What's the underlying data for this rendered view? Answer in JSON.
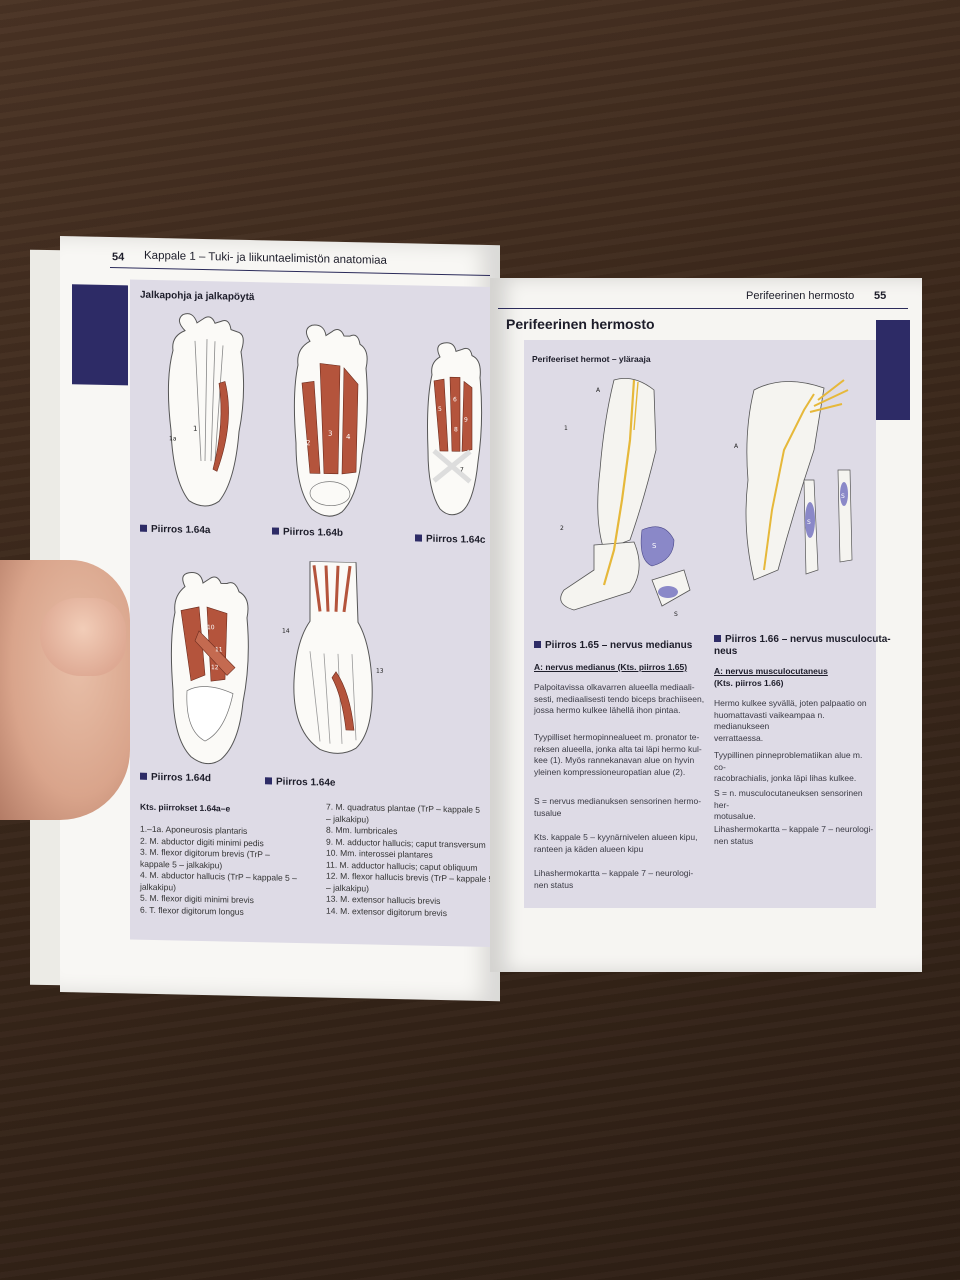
{
  "left_page": {
    "page_number": "54",
    "running_head": "Kappale 1 – Tuki- ja liikuntaelimistön anatomiaa",
    "panel_title": "Jalkapohja ja jalkapöytä",
    "figures": [
      {
        "caption": "Piirros 1.64a",
        "labels": [
          "1",
          "1a"
        ]
      },
      {
        "caption": "Piirros 1.64b",
        "labels": [
          "2",
          "3",
          "4"
        ]
      },
      {
        "caption": "Piirros 1.64c",
        "labels": [
          "5",
          "6",
          "7",
          "8",
          "9"
        ]
      },
      {
        "caption": "Piirros 1.64d",
        "labels": [
          "10",
          "11",
          "12"
        ]
      },
      {
        "caption": "Piirros 1.64e",
        "labels": [
          "13",
          "14"
        ]
      }
    ],
    "legend_title": "Kts. piirrokset 1.64a–e",
    "legend_left": [
      "1.–1a. Aponeurosis plantaris",
      "2.  M. abductor digiti minimi pedis",
      "3.  M. flexor digitorum brevis (TrP –",
      "     kappale 5 – jalkakipu)",
      "4.  M. abductor hallucis (TrP – kappale 5 –",
      "     jalkakipu)",
      "5.  M. flexor digiti minimi brevis",
      "6.  T. flexor digitorum longus"
    ],
    "legend_right": [
      "7.   M. quadratus plantae (TrP – kappale 5",
      "      – jalkakipu)",
      "8.   Mm. lumbricales",
      "9.   M. adductor hallucis; caput transversum",
      "10. Mm. interossei plantares",
      "11. M. adductor hallucis; caput obliquum",
      "12. M. flexor hallucis brevis (TrP – kappale 5",
      "      – jalkakipu)",
      "13. M. extensor hallucis brevis",
      "14. M. extensor digitorum brevis"
    ]
  },
  "right_page": {
    "page_number": "55",
    "running_head": "Perifeerinen hermosto",
    "section_title": "Perifeerinen hermosto",
    "panel_title": "Perifeeriset hermot – yläraaja",
    "figure_labels": [
      "A",
      "1",
      "2",
      "S",
      "S",
      "A",
      "S",
      "S"
    ],
    "col1": {
      "caption": "Piirros 1.65 – nervus medianus",
      "subhead": "A: nervus medianus (Kts. piirros 1.65)",
      "paragraphs": [
        [
          "Palpoitavissa olkavarren alueella mediaali-",
          "sesti, mediaalisesti tendo biceps brachiiseen,",
          "jossa hermo kulkee lähellä ihon pintaa."
        ],
        [
          "Tyypilliset hermopinnealueet m. pronator te-",
          "reksen alueella, jonka alta tai läpi hermo kul-",
          "kee (1). Myös rannekanavan alue on hyvin",
          "yleinen kompressioneuropatian alue (2)."
        ],
        [
          "S = nervus medianuksen sensorinen hermo-",
          "tusalue"
        ],
        [
          "Kts. kappale 5 – kyynärnivelen alueen kipu,",
          "ranteen ja käden alueen kipu"
        ],
        [
          "Lihashermokartta – kappale 7 – neurologi-",
          "nen status"
        ]
      ]
    },
    "col2": {
      "caption_lines": [
        "Piirros 1.66 – nervus musculocuta-",
        "neus"
      ],
      "subhead_lines": [
        "A: nervus musculocutaneus",
        "(Kts. piirros 1.66)"
      ],
      "paragraphs": [
        [
          "Hermo kulkee syvällä, joten palpaatio on",
          "huomattavasti vaikeampaa n. medianukseen",
          "verrattaessa."
        ],
        [
          "Tyypillinen pinneproblematiikan alue m. co-",
          "racobrachialis, jonka läpi lihas kulkee."
        ],
        [
          "S = n. musculocutaneuksen sensorinen her-",
          "motusalue."
        ],
        [
          "Lihashermokartta – kappale 7 – neurologi-",
          "nen status"
        ]
      ]
    }
  },
  "colors": {
    "accent": "#2d2b66",
    "panel": "#dedbe6",
    "muscle": "#b4543c",
    "nerve": "#e6b83a",
    "sensory": "#8a88c8"
  }
}
